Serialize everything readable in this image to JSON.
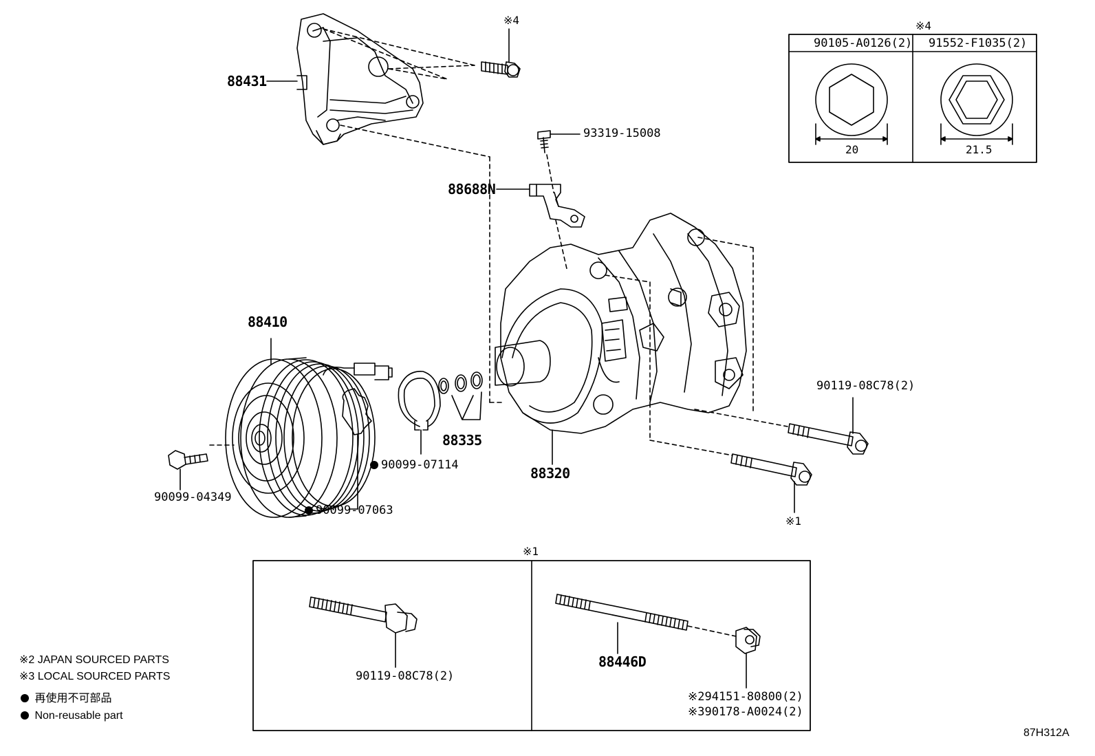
{
  "labels": {
    "bracket": "88431",
    "bolt_top": "※4",
    "screw": "93319-15008",
    "clamp": "88688N",
    "clutch": "88410",
    "compressor": "88320",
    "shims": "88335",
    "snap_ring": "90099-07114",
    "gasket_ring": "90099-07063",
    "clutch_bolt": "90099-04349",
    "bolt_right": "90119-08C78(2)",
    "bolt_mark1": "※1"
  },
  "inset_table": {
    "mark": "※4",
    "headers": [
      "90105-A0126(2)",
      "91552-F1035(2)"
    ],
    "dimensions": [
      "20",
      "21.5"
    ]
  },
  "bottom_box": {
    "mark": "※1",
    "left_part": "90119-08C78(2)",
    "right_part": "88446D",
    "nut_line1": "※294151-80800(2)",
    "nut_line2": "※390178-A0024(2)"
  },
  "legend": {
    "japan": "※2 JAPAN SOURCED PARTS",
    "local": "※3 LOCAL SOURCED PARTS",
    "non_reusable_jp": "再使用不可部品",
    "non_reusable_en": "Non-reusable part"
  },
  "diagram_code": "87H312A",
  "icons": {
    "bullet": "filled-circle-icon"
  }
}
